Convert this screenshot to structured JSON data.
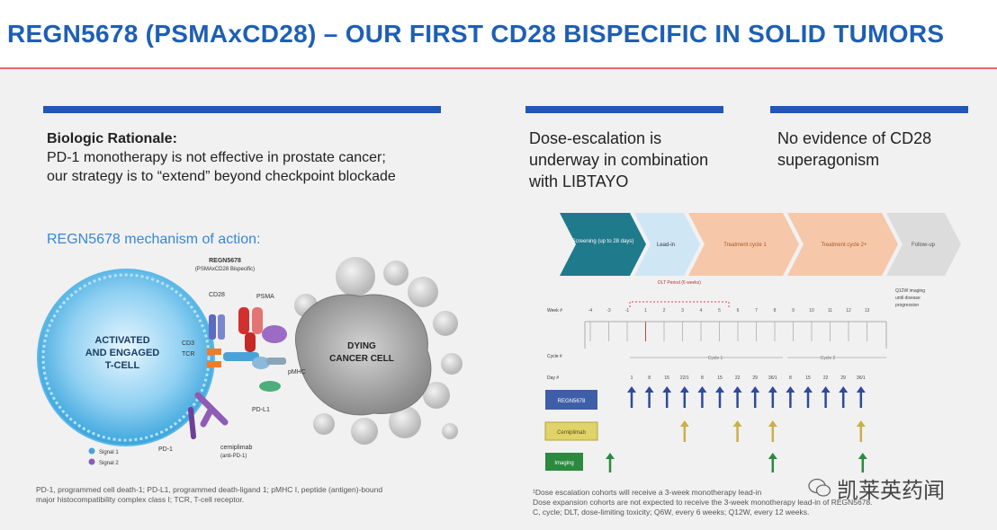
{
  "title": "REGN5678 (PSMAxCD28) – OUR FIRST CD28 BISPECIFIC IN SOLID TUMORS",
  "left": {
    "rationale_heading": "Biologic Rationale:",
    "rationale_line1": "PD-1 monotherapy is not effective in prostate cancer;",
    "rationale_line2": "our strategy is to “extend” beyond checkpoint blockade",
    "moa_title": "REGN5678 mechanism of action:",
    "cell_label_line1": "ACTIVATED",
    "cell_label_line2": "AND ENGAGED",
    "cell_label_line3": "T-CELL",
    "tumor_label_line1": "DYING",
    "tumor_label_line2": "CANCER CELL",
    "label_regn5678": "REGN5678",
    "label_regn5678_sub": "(PSMAxCD28 Bispecific)",
    "label_cd28": "CD28",
    "label_psma": "PSMA",
    "label_cd3": "CD3",
    "label_tcr": "TCR",
    "label_pmhc": "pMHC",
    "label_pdl1": "PD-L1",
    "label_pd1": "PD-1",
    "label_cemiplimab": "cemiplimab",
    "label_cemiplimab_sub": "(anti-PD-1)",
    "legend_item1": "Signal 1",
    "legend_item2": "Signal 2",
    "footnote_line1": "PD-1, programmed cell death-1; PD-L1, programmed death-ligand 1; pMHC I, peptide (antigen)-bound",
    "footnote_line2": "major histocompatibility complex class I; TCR, T-cell receptor."
  },
  "middle": {
    "dose_line1": "Dose-escalation is",
    "dose_line2": "underway in combination",
    "dose_line3": "with LIBTAYO"
  },
  "right": {
    "supera_line1": "No evidence of CD28",
    "supera_line2": "superagonism"
  },
  "schema": {
    "phase1": "Screening (up to 28 days)",
    "phase2": "Lead-in",
    "phase3": "Treatment cycle 1",
    "phase4": "Treatment cycle 2+",
    "phase5": "Follow-up",
    "dlt_label": "DLT Period (6 weeks)",
    "right_note_line1": "Q12W imaging",
    "right_note_line2": "until disease",
    "right_note_line3": "progression",
    "row_week": "Week #",
    "row_cycle": "Cycle #",
    "row_day": "Day #",
    "cycle1_label": "Cycle 1",
    "cycle2_label": "Cycle 2",
    "drug1": "REGN5678",
    "drug2": "Cemiplimab",
    "drug3": "Imaging",
    "weeks": [
      "-4",
      "-3",
      "-1",
      "1",
      "2",
      "3",
      "4",
      "5",
      "6",
      "7",
      "8",
      "9",
      "10",
      "11",
      "12",
      "13"
    ],
    "days": [
      "1",
      "8",
      "15",
      "22/1",
      "8",
      "15",
      "22",
      "29",
      "36/1",
      "8",
      "15",
      "22",
      "29",
      "36/1"
    ],
    "footnote_line1": "¹Dose escalation cohorts will receive a 3-week monotherapy lead-in",
    "footnote_line2": "Dose expansion cohorts are not expected to receive the 3-week monotherapy lead-in of REGN5678.",
    "footnote_line3": "C, cycle; DLT, dose-limiting toxicity; Q6W, every 6 weeks; Q12W, every 12 weeks."
  },
  "watermark": "凯莱英药闻",
  "colors": {
    "title_blue": "#1e5fb4",
    "bar_blue": "#1f58b5",
    "rule_red": "#e06a6a",
    "teal": "#1f7a8c",
    "light_blue": "#cfe6f5",
    "salmon": "#f6c7a8",
    "gray": "#dcdcdc",
    "arrow_blue": "#2e4a9e",
    "arrow_gold": "#c9b04a",
    "arrow_green": "#2b8a3e"
  }
}
